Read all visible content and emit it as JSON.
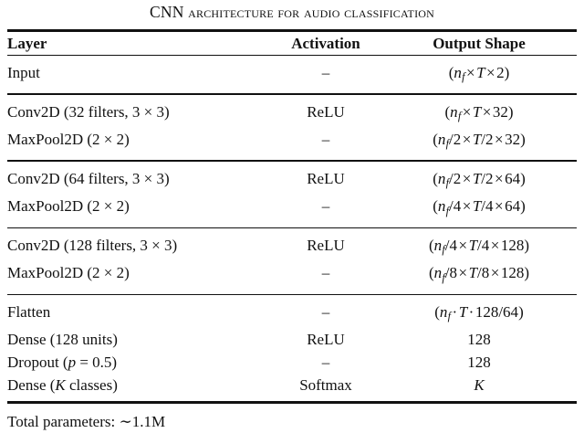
{
  "caption": {
    "lead": "CNN",
    "rest": " Architecture for Audio Classification",
    "full": "CNN Architecture for Audio Classification"
  },
  "table": {
    "headers": {
      "layer": "Layer",
      "activation": "Activation",
      "output_shape": "Output Shape"
    },
    "blocks": [
      {
        "rows": [
          {
            "layer": "Input",
            "activation": "–",
            "output": "(n_f × T × 2)",
            "output_parts": [
              {
                "t": "paren",
                "v": "("
              },
              {
                "t": "mi",
                "v": "n"
              },
              {
                "t": "msub",
                "v": "f"
              },
              {
                "t": "mo",
                "v": "×"
              },
              {
                "t": "mi",
                "v": "T"
              },
              {
                "t": "mo",
                "v": "×"
              },
              {
                "t": "mn",
                "v": "2"
              },
              {
                "t": "paren",
                "v": ")"
              }
            ]
          }
        ]
      },
      {
        "rows": [
          {
            "layer": "Conv2D (32 filters, 3 × 3)",
            "activation": "ReLU",
            "output": "(n_f × T × 32)",
            "output_parts": [
              {
                "t": "paren",
                "v": "("
              },
              {
                "t": "mi",
                "v": "n"
              },
              {
                "t": "msub",
                "v": "f"
              },
              {
                "t": "mo",
                "v": "×"
              },
              {
                "t": "mi",
                "v": "T"
              },
              {
                "t": "mo",
                "v": "×"
              },
              {
                "t": "mn",
                "v": "32"
              },
              {
                "t": "paren",
                "v": ")"
              }
            ]
          },
          {
            "layer": "MaxPool2D (2 × 2)",
            "activation": "–",
            "output": "(n_f/2 × T/2 × 32)",
            "output_parts": [
              {
                "t": "paren",
                "v": "("
              },
              {
                "t": "mi",
                "v": "n"
              },
              {
                "t": "msub",
                "v": "f"
              },
              {
                "t": "mn",
                "v": "/2"
              },
              {
                "t": "mo",
                "v": "×"
              },
              {
                "t": "mi",
                "v": "T"
              },
              {
                "t": "mn",
                "v": "/2"
              },
              {
                "t": "mo",
                "v": "×"
              },
              {
                "t": "mn",
                "v": "32"
              },
              {
                "t": "paren",
                "v": ")"
              }
            ]
          }
        ]
      },
      {
        "rows": [
          {
            "layer": "Conv2D (64 filters, 3 × 3)",
            "activation": "ReLU",
            "output": "(n_f/2 × T/2 × 64)",
            "output_parts": [
              {
                "t": "paren",
                "v": "("
              },
              {
                "t": "mi",
                "v": "n"
              },
              {
                "t": "msub",
                "v": "f"
              },
              {
                "t": "mn",
                "v": "/2"
              },
              {
                "t": "mo",
                "v": "×"
              },
              {
                "t": "mi",
                "v": "T"
              },
              {
                "t": "mn",
                "v": "/2"
              },
              {
                "t": "mo",
                "v": "×"
              },
              {
                "t": "mn",
                "v": "64"
              },
              {
                "t": "paren",
                "v": ")"
              }
            ]
          },
          {
            "layer": "MaxPool2D (2 × 2)",
            "activation": "–",
            "output": "(n_f/4 × T/4 × 64)",
            "output_parts": [
              {
                "t": "paren",
                "v": "("
              },
              {
                "t": "mi",
                "v": "n"
              },
              {
                "t": "msub",
                "v": "f"
              },
              {
                "t": "mn",
                "v": "/4"
              },
              {
                "t": "mo",
                "v": "×"
              },
              {
                "t": "mi",
                "v": "T"
              },
              {
                "t": "mn",
                "v": "/4"
              },
              {
                "t": "mo",
                "v": "×"
              },
              {
                "t": "mn",
                "v": "64"
              },
              {
                "t": "paren",
                "v": ")"
              }
            ]
          }
        ]
      },
      {
        "rows": [
          {
            "layer": "Conv2D (128 filters, 3 × 3)",
            "activation": "ReLU",
            "output": "(n_f/4 × T/4 × 128)",
            "output_parts": [
              {
                "t": "paren",
                "v": "("
              },
              {
                "t": "mi",
                "v": "n"
              },
              {
                "t": "msub",
                "v": "f"
              },
              {
                "t": "mn",
                "v": "/4"
              },
              {
                "t": "mo",
                "v": "×"
              },
              {
                "t": "mi",
                "v": "T"
              },
              {
                "t": "mn",
                "v": "/4"
              },
              {
                "t": "mo",
                "v": "×"
              },
              {
                "t": "mn",
                "v": "128"
              },
              {
                "t": "paren",
                "v": ")"
              }
            ]
          },
          {
            "layer": "MaxPool2D (2 × 2)",
            "activation": "–",
            "output": "(n_f/8 × T/8 × 128)",
            "output_parts": [
              {
                "t": "paren",
                "v": "("
              },
              {
                "t": "mi",
                "v": "n"
              },
              {
                "t": "msub",
                "v": "f"
              },
              {
                "t": "mn",
                "v": "/8"
              },
              {
                "t": "mo",
                "v": "×"
              },
              {
                "t": "mi",
                "v": "T"
              },
              {
                "t": "mn",
                "v": "/8"
              },
              {
                "t": "mo",
                "v": "×"
              },
              {
                "t": "mn",
                "v": "128"
              },
              {
                "t": "paren",
                "v": ")"
              }
            ]
          }
        ]
      },
      {
        "rows": [
          {
            "layer": "Flatten",
            "activation": "–",
            "output": "(n_f · T · 128/64)",
            "output_parts": [
              {
                "t": "paren",
                "v": "("
              },
              {
                "t": "mi",
                "v": "n"
              },
              {
                "t": "msub",
                "v": "f"
              },
              {
                "t": "mo",
                "v": "·"
              },
              {
                "t": "mi",
                "v": "T"
              },
              {
                "t": "mo",
                "v": "·"
              },
              {
                "t": "mn",
                "v": "128/64"
              },
              {
                "t": "paren",
                "v": ")"
              }
            ]
          },
          {
            "layer": "Dense (128 units)",
            "activation": "ReLU",
            "output": "128",
            "output_parts": [
              {
                "t": "mn",
                "v": "128"
              }
            ]
          },
          {
            "layer": "Dropout (p = 0.5)",
            "layer_parts": [
              {
                "t": "mn",
                "v": "Dropout ("
              },
              {
                "t": "mi",
                "v": "p"
              },
              {
                "t": "mn",
                "v": " = 0.5)"
              }
            ],
            "activation": "–",
            "output": "128",
            "output_parts": [
              {
                "t": "mn",
                "v": "128"
              }
            ]
          },
          {
            "layer": "Dense (K classes)",
            "layer_parts": [
              {
                "t": "mn",
                "v": "Dense ("
              },
              {
                "t": "mi",
                "v": "K"
              },
              {
                "t": "mn",
                "v": " classes)"
              }
            ],
            "activation": "Softmax",
            "output": "K",
            "output_parts": [
              {
                "t": "mi",
                "v": "K"
              }
            ]
          }
        ]
      }
    ],
    "footer": "Total parameters: ∼1.1M"
  }
}
